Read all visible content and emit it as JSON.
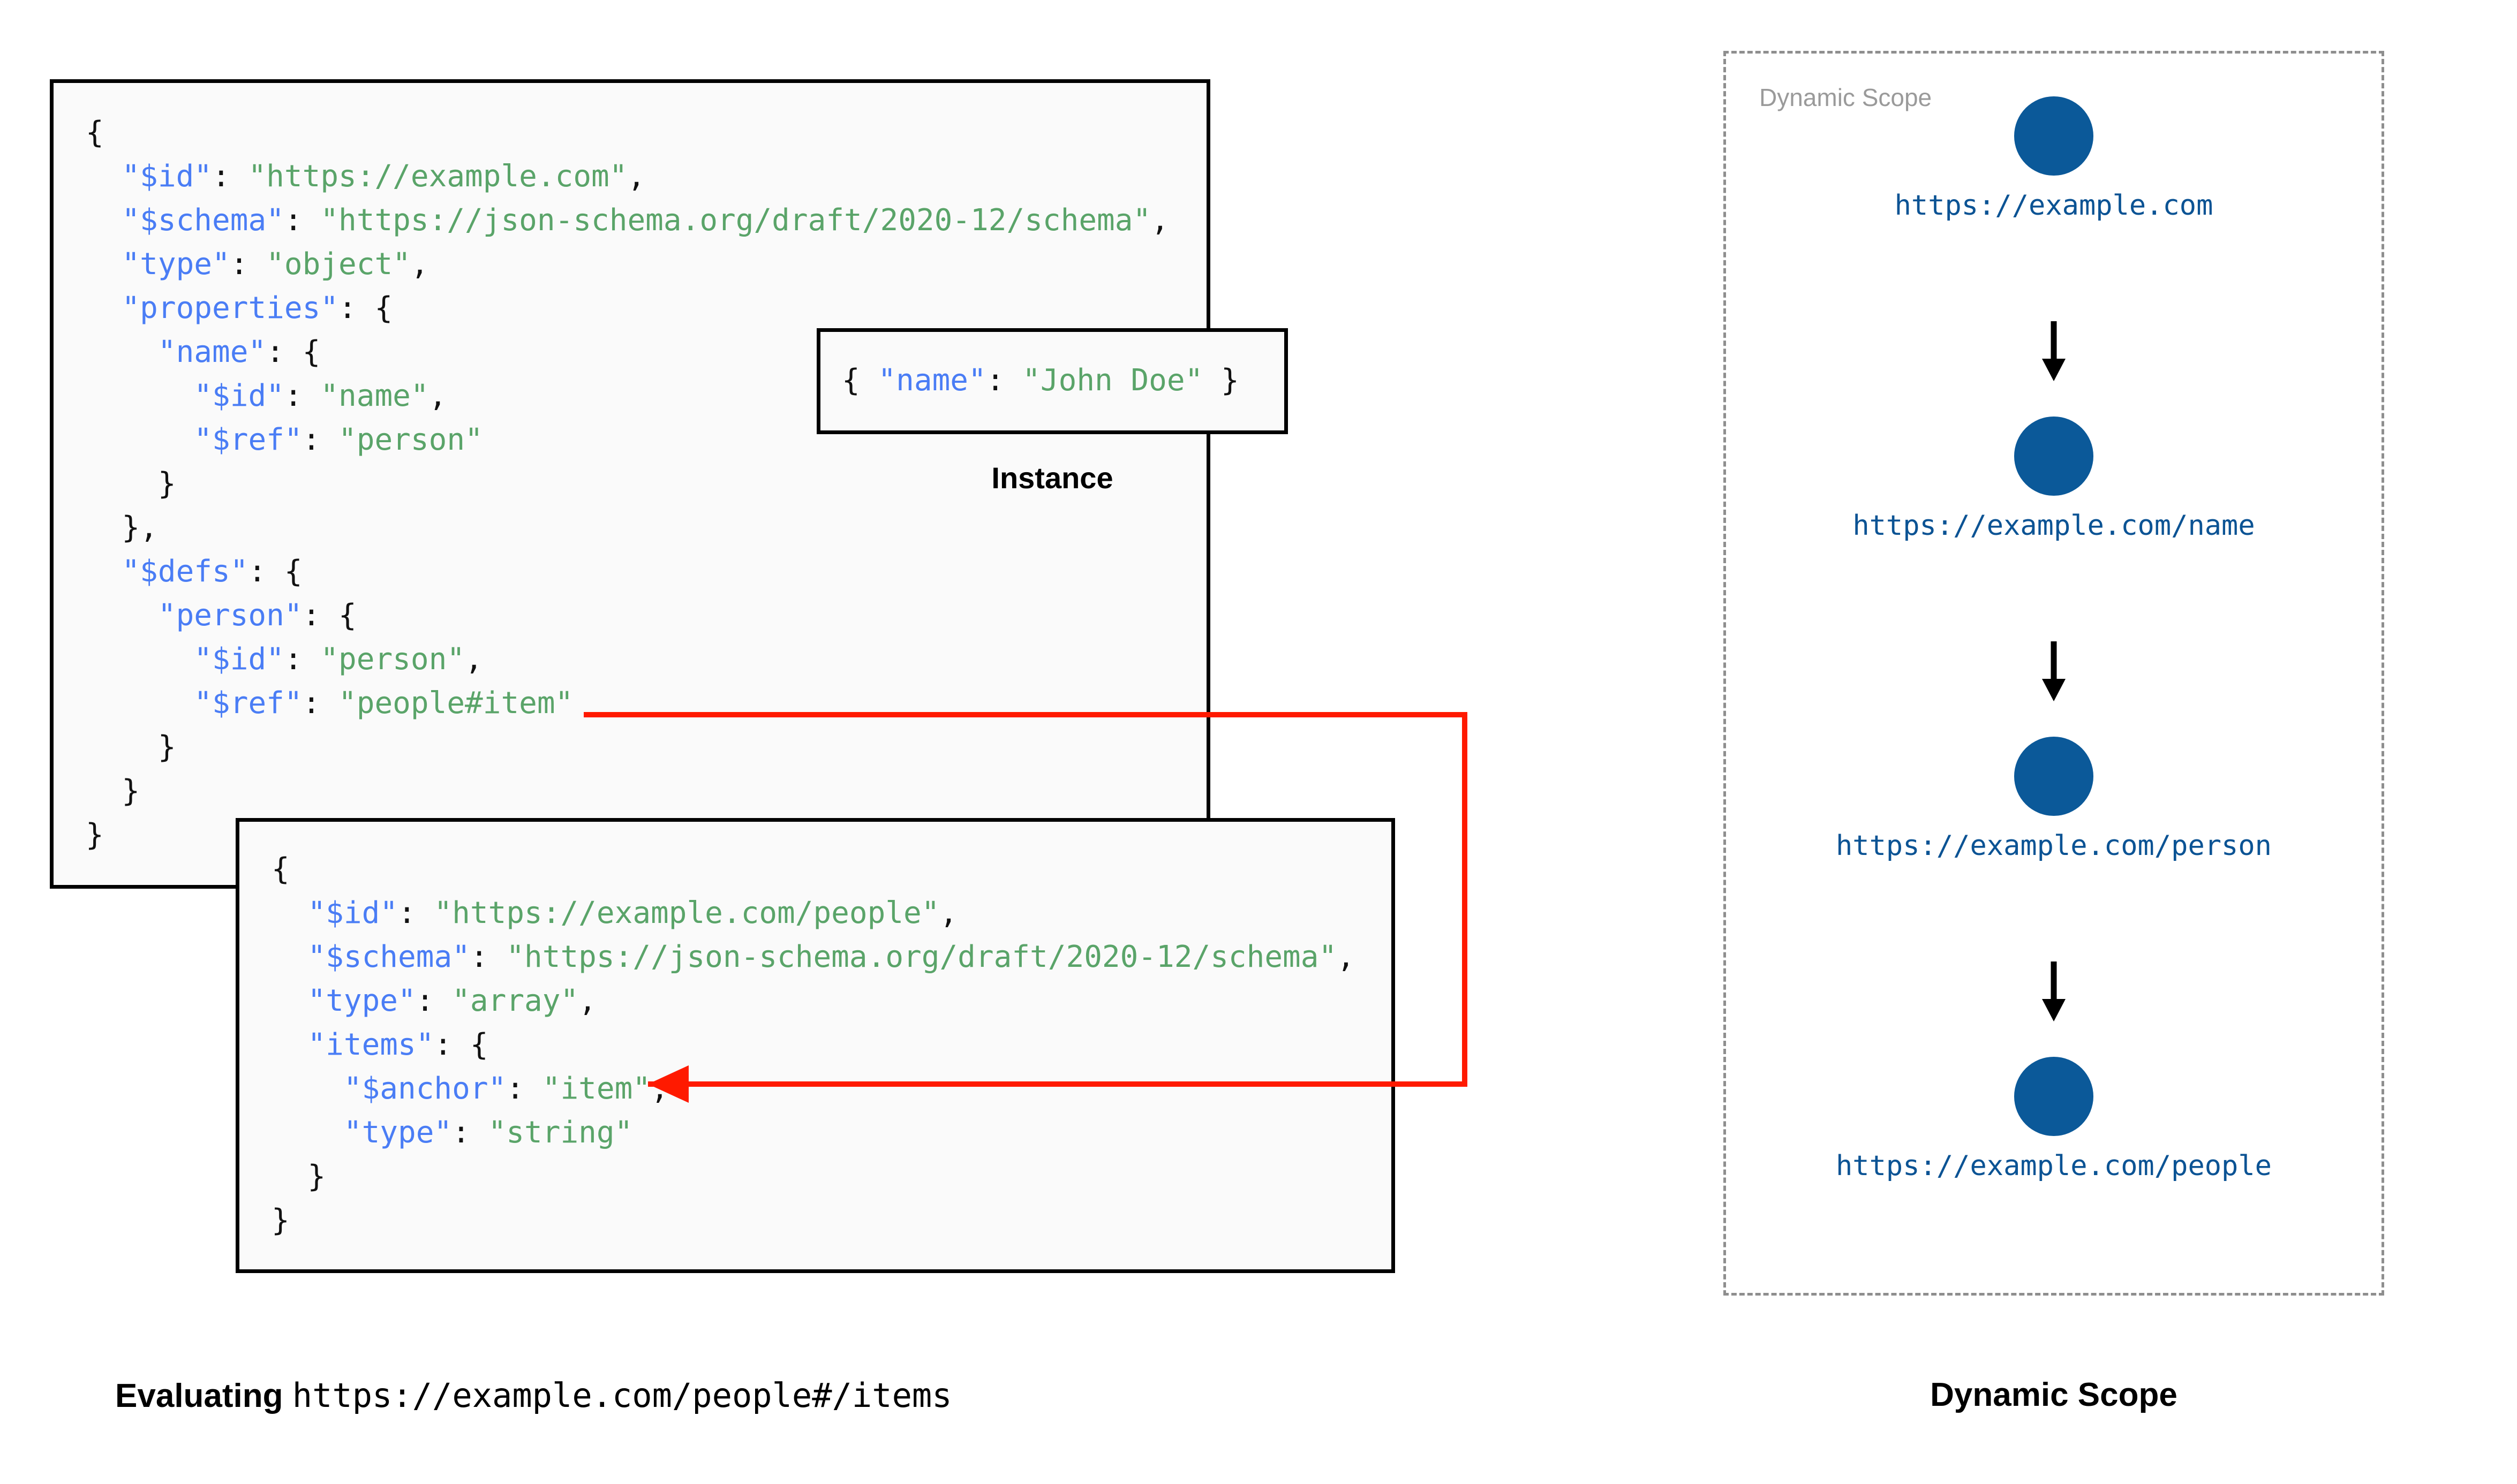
{
  "diagram": {
    "title_left": "Evaluating https://example.com/people#/items",
    "title_right": "Dynamic Scope"
  },
  "colors": {
    "key": "#4a7df5",
    "string": "#5aa469",
    "punctuation": "#111111",
    "box_border": "#000000",
    "box_fill": "#fafafa",
    "ref_arrow": "#ff1a00",
    "scope_border": "#8e8e8e",
    "scope_label": "#9a9a9a",
    "node_fill": "#0b5999",
    "node_label": "#0b5394"
  },
  "root_schema": {
    "lines": [
      [
        {
          "t": "{",
          "c": "p"
        }
      ],
      [
        {
          "t": "  ",
          "c": "p"
        },
        {
          "t": "\"$id\"",
          "c": "k"
        },
        {
          "t": ": ",
          "c": "p"
        },
        {
          "t": "\"https://example.com\"",
          "c": "s"
        },
        {
          "t": ",",
          "c": "p"
        }
      ],
      [
        {
          "t": "  ",
          "c": "p"
        },
        {
          "t": "\"$schema\"",
          "c": "k"
        },
        {
          "t": ": ",
          "c": "p"
        },
        {
          "t": "\"https://json-schema.org/draft/2020-12/schema\"",
          "c": "s"
        },
        {
          "t": ",",
          "c": "p"
        }
      ],
      [
        {
          "t": "  ",
          "c": "p"
        },
        {
          "t": "\"type\"",
          "c": "k"
        },
        {
          "t": ": ",
          "c": "p"
        },
        {
          "t": "\"object\"",
          "c": "s"
        },
        {
          "t": ",",
          "c": "p"
        }
      ],
      [
        {
          "t": "  ",
          "c": "p"
        },
        {
          "t": "\"properties\"",
          "c": "k"
        },
        {
          "t": ": {",
          "c": "p"
        }
      ],
      [
        {
          "t": "    ",
          "c": "p"
        },
        {
          "t": "\"name\"",
          "c": "k"
        },
        {
          "t": ": {",
          "c": "p"
        }
      ],
      [
        {
          "t": "      ",
          "c": "p"
        },
        {
          "t": "\"$id\"",
          "c": "k"
        },
        {
          "t": ": ",
          "c": "p"
        },
        {
          "t": "\"name\"",
          "c": "s"
        },
        {
          "t": ",",
          "c": "p"
        }
      ],
      [
        {
          "t": "      ",
          "c": "p"
        },
        {
          "t": "\"$ref\"",
          "c": "k"
        },
        {
          "t": ": ",
          "c": "p"
        },
        {
          "t": "\"person\"",
          "c": "s"
        }
      ],
      [
        {
          "t": "    }",
          "c": "p"
        }
      ],
      [
        {
          "t": "  },",
          "c": "p"
        }
      ],
      [
        {
          "t": "  ",
          "c": "p"
        },
        {
          "t": "\"$defs\"",
          "c": "k"
        },
        {
          "t": ": {",
          "c": "p"
        }
      ],
      [
        {
          "t": "    ",
          "c": "p"
        },
        {
          "t": "\"person\"",
          "c": "k"
        },
        {
          "t": ": {",
          "c": "p"
        }
      ],
      [
        {
          "t": "      ",
          "c": "p"
        },
        {
          "t": "\"$id\"",
          "c": "k"
        },
        {
          "t": ": ",
          "c": "p"
        },
        {
          "t": "\"person\"",
          "c": "s"
        },
        {
          "t": ",",
          "c": "p"
        }
      ],
      [
        {
          "t": "      ",
          "c": "p"
        },
        {
          "t": "\"$ref\"",
          "c": "k"
        },
        {
          "t": ": ",
          "c": "p"
        },
        {
          "t": "\"people#item\"",
          "c": "s"
        }
      ],
      [
        {
          "t": "    }",
          "c": "p"
        }
      ],
      [
        {
          "t": "  }",
          "c": "p"
        }
      ],
      [
        {
          "t": "}",
          "c": "p"
        }
      ]
    ]
  },
  "instance": {
    "caption": "Instance",
    "lines": [
      [
        {
          "t": "{ ",
          "c": "p"
        },
        {
          "t": "\"name\"",
          "c": "k"
        },
        {
          "t": ": ",
          "c": "p"
        },
        {
          "t": "\"John Doe\"",
          "c": "s"
        },
        {
          "t": " }",
          "c": "p"
        }
      ]
    ]
  },
  "people_schema": {
    "lines": [
      [
        {
          "t": "{",
          "c": "p"
        }
      ],
      [
        {
          "t": "  ",
          "c": "p"
        },
        {
          "t": "\"$id\"",
          "c": "k"
        },
        {
          "t": ": ",
          "c": "p"
        },
        {
          "t": "\"https://example.com/people\"",
          "c": "s"
        },
        {
          "t": ",",
          "c": "p"
        }
      ],
      [
        {
          "t": "  ",
          "c": "p"
        },
        {
          "t": "\"$schema\"",
          "c": "k"
        },
        {
          "t": ": ",
          "c": "p"
        },
        {
          "t": "\"https://json-schema.org/draft/2020-12/schema\"",
          "c": "s"
        },
        {
          "t": ",",
          "c": "p"
        }
      ],
      [
        {
          "t": "  ",
          "c": "p"
        },
        {
          "t": "\"type\"",
          "c": "k"
        },
        {
          "t": ": ",
          "c": "p"
        },
        {
          "t": "\"array\"",
          "c": "s"
        },
        {
          "t": ",",
          "c": "p"
        }
      ],
      [
        {
          "t": "  ",
          "c": "p"
        },
        {
          "t": "\"items\"",
          "c": "k"
        },
        {
          "t": ": {",
          "c": "p"
        }
      ],
      [
        {
          "t": "    ",
          "c": "p"
        },
        {
          "t": "\"$anchor\"",
          "c": "k"
        },
        {
          "t": ": ",
          "c": "p"
        },
        {
          "t": "\"item\"",
          "c": "s"
        },
        {
          "t": ",",
          "c": "p"
        }
      ],
      [
        {
          "t": "    ",
          "c": "p"
        },
        {
          "t": "\"type\"",
          "c": "k"
        },
        {
          "t": ": ",
          "c": "p"
        },
        {
          "t": "\"string\"",
          "c": "s"
        }
      ],
      [
        {
          "t": "  }",
          "c": "p"
        }
      ],
      [
        {
          "t": "}",
          "c": "p"
        }
      ]
    ]
  },
  "caption_left": {
    "bold_part": "Evaluating",
    "mono_part": "https://example.com/people#/items"
  },
  "dynamic_scope": {
    "inner_label": "Dynamic Scope",
    "caption": "Dynamic Scope",
    "nodes": [
      {
        "label": "https://example.com"
      },
      {
        "label": "https://example.com/name"
      },
      {
        "label": "https://example.com/person"
      },
      {
        "label": "https://example.com/people"
      }
    ]
  },
  "ref_link": {
    "from": "\"$ref\": \"people#item\"",
    "to": "\"$anchor\": \"item\""
  }
}
